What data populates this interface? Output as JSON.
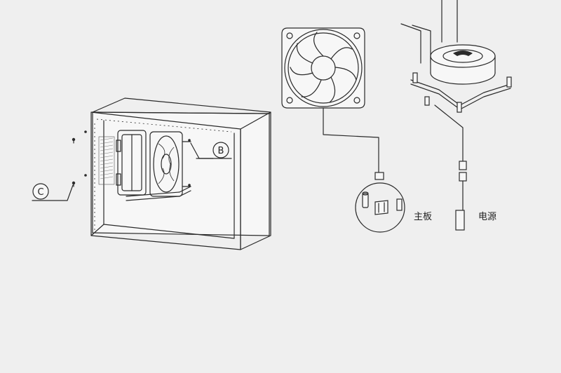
{
  "callouts": {
    "b": "B",
    "c": "C"
  },
  "labels": {
    "motherboard": "主板",
    "power": "电源"
  },
  "colors": {
    "background": "#efefef",
    "line": "#2a2a2a"
  }
}
